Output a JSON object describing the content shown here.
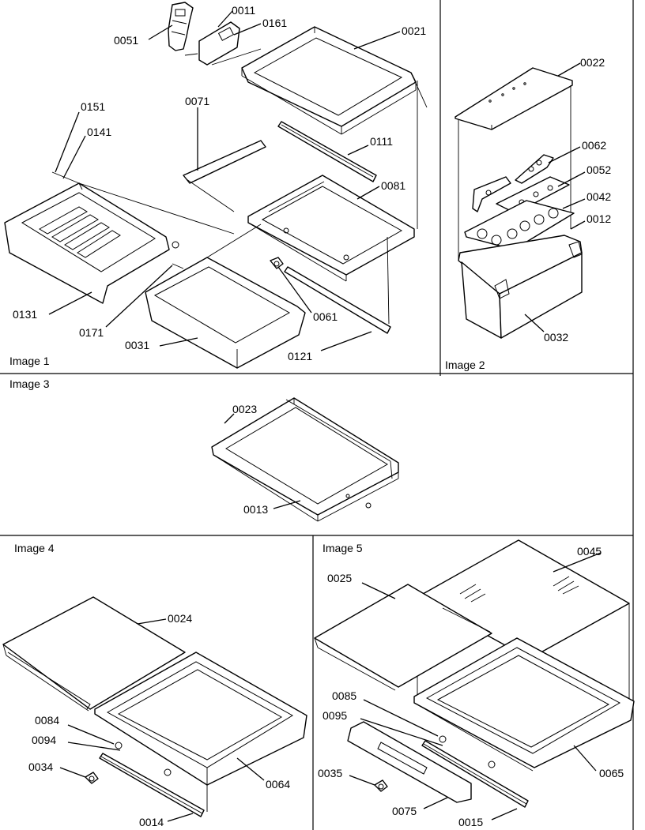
{
  "panels": {
    "image1": "Image 1",
    "image2": "Image 2",
    "image3": "Image 3",
    "image4": "Image 4",
    "image5": "Image 5"
  },
  "callouts": {
    "p0011": "0011",
    "p0161": "0161",
    "p0051": "0051",
    "p0021": "0021",
    "p0151": "0151",
    "p0141": "0141",
    "p0071": "0071",
    "p0111": "0111",
    "p0081": "0081",
    "p0131": "0131",
    "p0171": "0171",
    "p0031": "0031",
    "p0061": "0061",
    "p0121": "0121",
    "p0022": "0022",
    "p0062": "0062",
    "p0052": "0052",
    "p0042": "0042",
    "p0012": "0012",
    "p0032": "0032",
    "p0023": "0023",
    "p0013": "0013",
    "p0024": "0024",
    "p0084": "0084",
    "p0094": "0094",
    "p0034": "0034",
    "p0064": "0064",
    "p0014": "0014",
    "p0025": "0025",
    "p0045": "0045",
    "p0085": "0085",
    "p0095": "0095",
    "p0035": "0035",
    "p0075": "0075",
    "p0015": "0015",
    "p0065": "0065"
  }
}
